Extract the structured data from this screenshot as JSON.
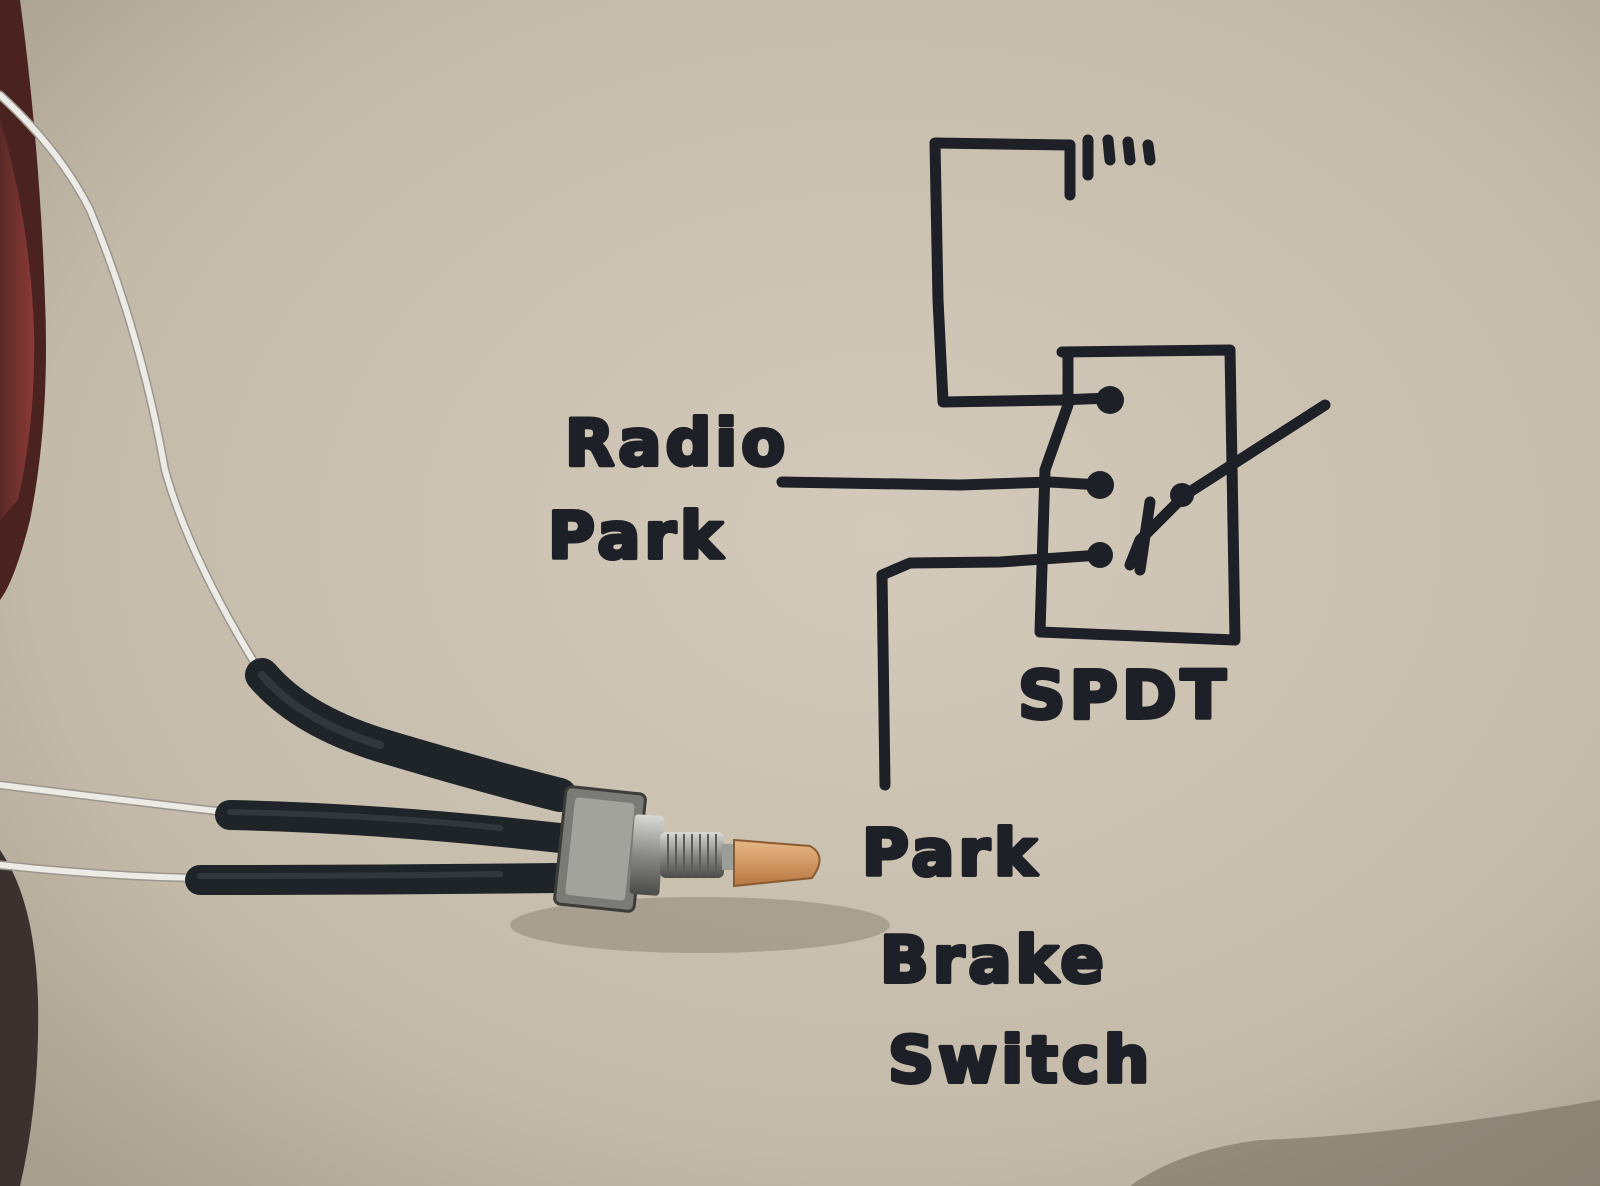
{
  "scene": "hand-drawn SPDT switch wiring diagram on brown paper beside a physical toggle switch with three white wires",
  "colors": {
    "paper": "#c9bfb0",
    "ink": "#1d2026",
    "wire": "#e6e6e2",
    "sleeve": "#22272c",
    "switch_body": "#8f8f8a",
    "toggle_tip": "#d49a63"
  },
  "labels": {
    "radio_line1": "Radio",
    "radio_line2": "Park",
    "spdt": "SPDT",
    "park_line1": "Park",
    "park_line2": "Brake",
    "park_line3": "Switch"
  },
  "icons": [
    "ground-symbol-icon",
    "toggle-switch-icon"
  ]
}
